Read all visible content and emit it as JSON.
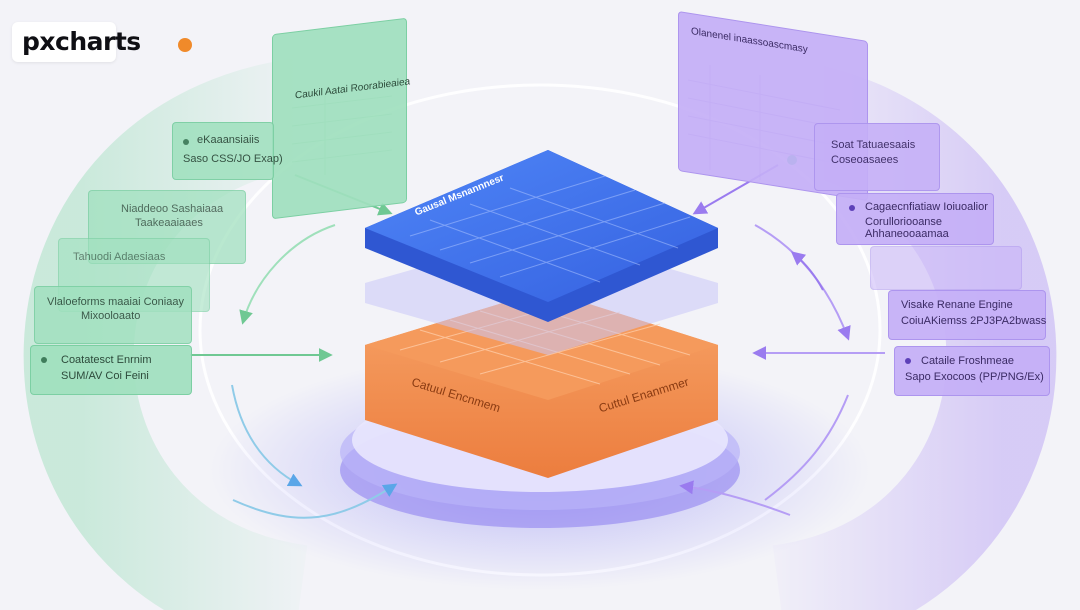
{
  "brand": {
    "name": "pxcharts",
    "dot_color": "#f08a2a"
  },
  "colors": {
    "green": "#62c58f",
    "purple": "#8a67ea",
    "blue": "#3f71ea",
    "orange": "#f0884a"
  },
  "center_stack": {
    "top_layer_title": "Gausal Msnannnesr",
    "core_label_left": "Catuul Encnmem",
    "core_label_right": "Cuttul Enanmmer"
  },
  "left_panels": [
    {
      "id": "tl",
      "title": "Caukil Aatai Roorabieaiea",
      "lines": [
        "",
        "",
        "",
        ""
      ]
    },
    {
      "id": "csv",
      "title": "eKaaansiaiis",
      "subtitle": "Saso CSS/JO Exap)"
    },
    {
      "id": "lb",
      "title": "Niaddeoo Sashaiaaa",
      "subtitle": "Taakeaaiaaes"
    },
    {
      "id": "lc",
      "title": "Tahuodi Adaesiaas",
      "subtitle": ""
    },
    {
      "id": "ld",
      "title": "Vlaloeforms maaiai Coniaay",
      "subtitle": "Mixooloaato"
    },
    {
      "id": "le",
      "title": "Coatatesct Enrnim",
      "subtitle": "SUM/AV Coi Feini"
    }
  ],
  "right_panels": [
    {
      "id": "tr",
      "title": "Olanenel inaassoascmasy",
      "lines": [
        "",
        "",
        "",
        ""
      ]
    },
    {
      "id": "ra",
      "title": "Soat Tatuaesaais",
      "subtitle": "Coseoasaees"
    },
    {
      "id": "rb",
      "title": "Cagaecnfiatiaw Ioiuoalior",
      "subtitle": "Corulloriooanse Ahhaneooaamaa"
    },
    {
      "id": "rc",
      "title": "Visake Renane Engine",
      "subtitle": "CoiuAKiemss 2PJ3PA2bwass"
    },
    {
      "id": "rd",
      "title": "Cataile Froshmeae",
      "subtitle": "Sapo Exocoos  (PP/PNG/Ex)"
    }
  ]
}
